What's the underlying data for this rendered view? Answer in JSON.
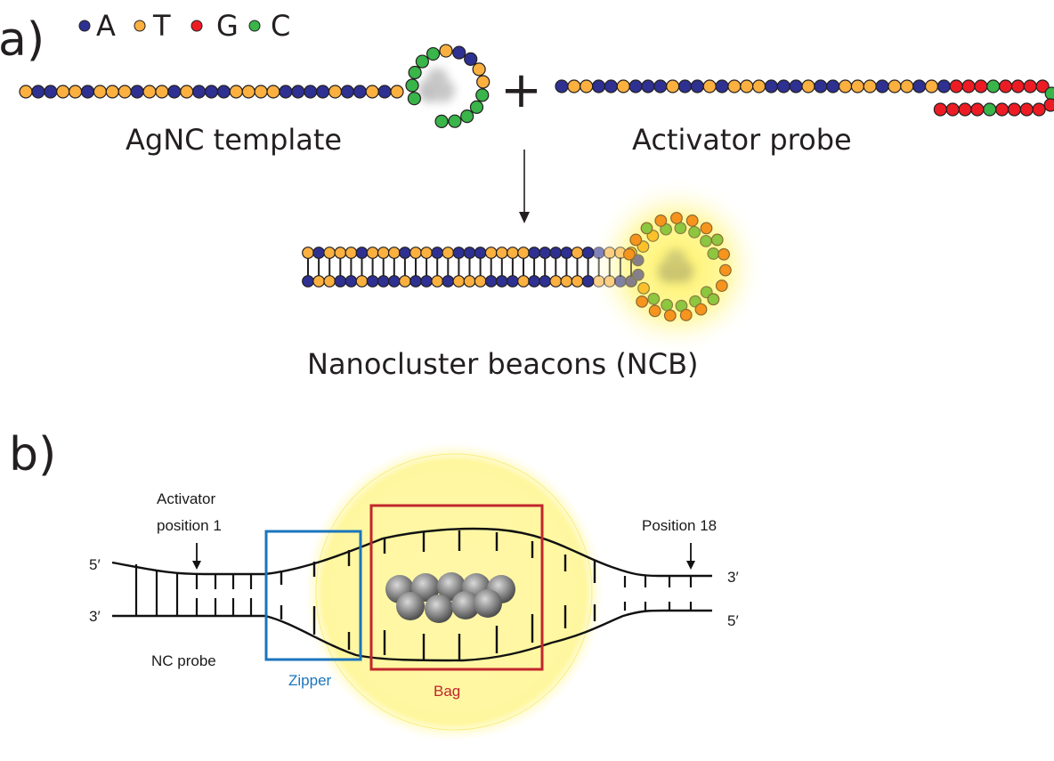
{
  "panel_a": {
    "label": "a)",
    "legend": [
      {
        "base": "A",
        "color": "#2e3192"
      },
      {
        "base": "T",
        "color": "#fbb040"
      },
      {
        "base": "G",
        "color": "#ed1c24"
      },
      {
        "base": "C",
        "color": "#39b54a"
      }
    ],
    "template": {
      "label": "AgNC template",
      "linear_sequence": "TAATTATTTATTATAAATTTTAAAATAATAT",
      "loop_sequence": "CCCCCTAATTCCCCC"
    },
    "plus_sign": "+",
    "activator": {
      "label": "Activator probe",
      "top_sequence": "ATTAATAAATAATATTTAAATAATTTATTATAGGGCGGGG",
      "turn_sequence": "CG",
      "bottom_sequence": "GGGGCGGGG"
    },
    "product": {
      "label": "Nanocluster beacons (NCB)",
      "top_sequence": "TATTTATTTATTATAAATTTTAAAATAATT",
      "bottom_sequence": "ATTAATAAATAATATTTAAATAATTTATTA",
      "inner_loop_colors": [
        "#8dc63f",
        "#8dc63f",
        "#8dc63f",
        "#8dc63f",
        "#8dc63f",
        "#fcc12a",
        "#fcc12a",
        "#857f8c",
        "#857f8c",
        "#fcc12a",
        "#8dc63f",
        "#8dc63f",
        "#8dc63f",
        "#8dc63f",
        "#8dc63f"
      ],
      "outer_loop_colors": [
        "#f7941d",
        "#f7941d",
        "#8dc63f",
        "#f7941d",
        "#f7941d",
        "#f7941d",
        "#f7941d",
        "#8dc63f",
        "#f7941d",
        "#f7941d",
        "#f7941d",
        "#8dc63f",
        "#f7941d",
        "#f7941d",
        "#f7941d",
        "#f7941d",
        "#f7941d"
      ]
    }
  },
  "panel_b": {
    "label": "b)",
    "activator_label_line1": "Activator",
    "activator_label_line2": "position 1",
    "position18_label": "Position 18",
    "top_left_end": "5′",
    "bottom_left_end": "3′",
    "top_right_end": "3′",
    "bottom_right_end": "5′",
    "nc_probe_label": "NC probe",
    "zipper_label": "Zipper",
    "bag_label": "Bag",
    "zipper_color": "#1b75bc",
    "bag_color": "#c1272d",
    "glow_color": "#fff7a0"
  }
}
